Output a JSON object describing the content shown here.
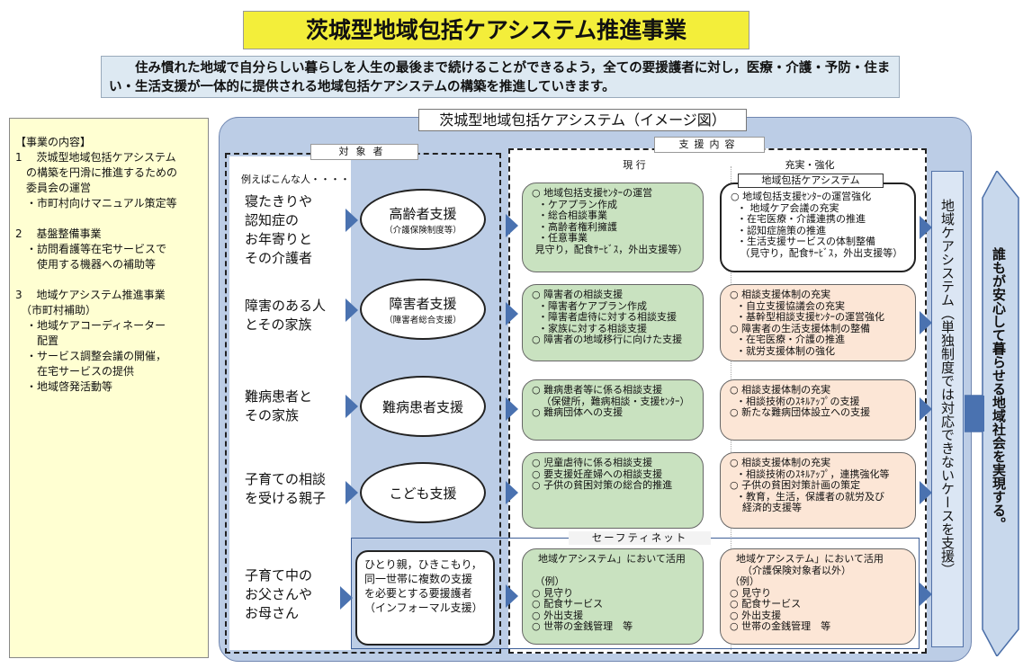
{
  "title": "茨城型地域包括ケアシステム推進事業",
  "lead": "住み慣れた地域で自分らしい暮らしを人生の最後まで続けることができるよう，全ての要援護者に対し，医療・介護・予防・住まい・生活支援が一体的に提供される地域包括ケアシステムの構築を推進していきます。",
  "left_panel": [
    "【事業の内容】",
    "1　 茨城型地域包括ケアシステム",
    "　の構築を円滑に推進するための",
    "　委員会の運営",
    "　・市町村向けマニュアル策定等",
    "",
    "2　 基盤整備事業",
    "　・訪問看護等在宅サービスで",
    "　　使用する機器への補助等",
    "",
    "3　 地域ケアシステム推進事業",
    "　（市町村補助）",
    "　・地域ケアコーディネーター",
    "　　配置",
    "　・サービス調整会議の開催，",
    "　　在宅サービスの提供",
    "　・地域啓発活動等"
  ],
  "diagram_title": "茨城型地域包括ケアシステム（イメージ図）",
  "target_label": "対象者",
  "example_label": "例えばこんな人・・・・",
  "persons": [
    "寝たきりや\n認知症の\nお年寄りと\nその介護者",
    "障害のある人\nとその家族",
    "難病患者と\nその家族",
    "子育ての相談\nを受ける親子",
    "子育て中の\nお父さんや\nお母さん"
  ],
  "supports": [
    {
      "name": "高齢者支援",
      "sub": "（介護保険制度等）"
    },
    {
      "name": "障害者支援",
      "sub": "（障害者総合支援）"
    },
    {
      "name": "難病患者支援",
      "sub": ""
    },
    {
      "name": "こども支援",
      "sub": ""
    }
  ],
  "safety_target": "ひとり親，ひきこもり，\n同一世帯に複数の支援\nを必要とする要援護者\n（インフォーマル支援）",
  "support_label": "支援内容",
  "col_current": "現 行",
  "col_enhance": "充実・強化",
  "enhance_tag": "地域包括ケアシステム",
  "current": [
    "○ 地域包括支援ｾﾝﾀｰの運営\n  ・ケアプラン作成\n  ・総合相談事業\n  ・高齢者権利擁護\n  ・任意事業\n 見守り，配食ｻｰﾋﾞｽ，外出支援等）",
    "○ 障害者の相談支援\n  ・障害者ケアプラン作成\n  ・障害者虐待に対する相談支援\n  ・家族に対する相談支援\n○ 障害者の地域移行に向けた支援",
    "○ 難病患者等に係る相談支援\n   （保健所，難病相談・支援ｾﾝﾀｰ）\n○ 難病団体への支援",
    "○ 児童虐待に係る相談支援\n○ 要支援妊産婦への相談支援\n○ 子供の貧困対策の総合的推進",
    "  地域ケアシステム」において活用\n\n （例）\n○ 見守り\n○ 配食サービス\n○ 外出支援\n○ 世帯の金銭管理　等"
  ],
  "enhance": [
    "○ 地域包括支援ｾﾝﾀｰの運営強化\n  ・ 地域ケア会議の充実\n  ・在宅医療・介護連携の推進\n  ・認知症施策の推進\n  ・生活支援サービスの体制整備\n   （見守り，配食ｻｰﾋﾞｽ，外出支援等）",
    "○ 相談支援体制の充実\n  ・自立支援協議会の充実\n  ・基幹型相談支援ｾﾝﾀｰの運営強化\n○ 障害者の生活支援体制の整備\n  ・在宅医療・介護の推進\n  ・就労支援体制の強化",
    "○ 相談支援体制の充実\n  ・相談技術のｽｷﾙｱｯﾌﾟの支援\n○ 新たな難病団体設立への支援",
    "○ 相談支援体制の充実\n  ・相談技術のｽｷﾙｱｯﾌﾟ，連携強化等\n○ 子供の貧困対策計画の策定\n  ・教育，生活，保護者の就労及び\n    経済的支援等",
    "  地域ケアシステム」において活用\n    （介護保険対象者以外）\n（例）\n○ 見守り\n○ 配食サービス\n○ 外出支援\n○ 世帯の金銭管理　等"
  ],
  "safety_net": "セーフティネット",
  "care_system": "地域ケアシステム（単独制度では対応できないケースを支援）",
  "goal": "誰もが安心して暮らせる地域社会を実現する。"
}
